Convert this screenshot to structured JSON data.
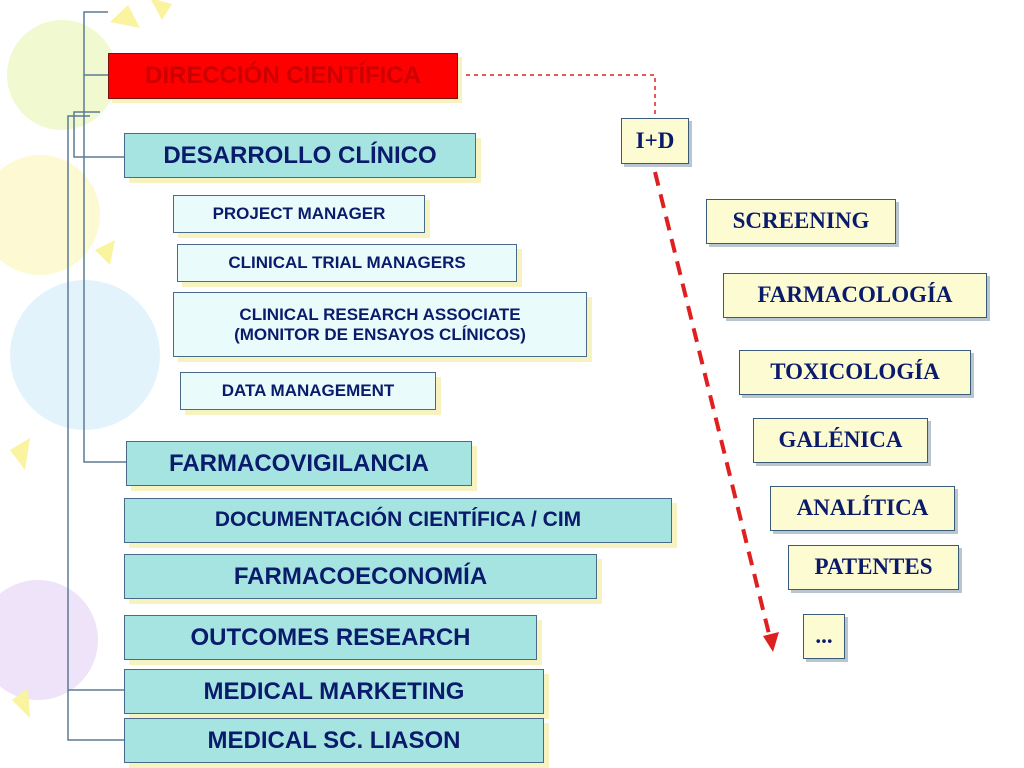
{
  "diagram": {
    "direccion": "DIRECCIÓN CIENTÍFICA",
    "desarrollo": "DESARROLLO CLÍNICO",
    "project_manager": "PROJECT MANAGER",
    "ctm": "CLINICAL TRIAL MANAGERS",
    "cra_line1": "CLINICAL RESEARCH ASSOCIATE",
    "cra_line2": "(MONITOR DE ENSAYOS CLÍNICOS)",
    "data_management": "DATA MANAGEMENT",
    "farmacovigilancia": "FARMACOVIGILANCIA",
    "documentacion": "DOCUMENTACIÓN CIENTÍFICA / CIM",
    "farmacoeconomia": "FARMACOECONOMÍA",
    "outcomes": "OUTCOMES RESEARCH",
    "medical_marketing": "MEDICAL MARKETING",
    "msl": "MEDICAL SC. LIASON",
    "id": "I+D",
    "screening": "SCREENING",
    "farmacologia": "FARMACOLOGÍA",
    "toxicologia": "TOXICOLOGÍA",
    "galenica": "GALÉNICA",
    "analitica": "ANALÍTICA",
    "patentes": "PATENTES",
    "more": "..."
  },
  "colors": {
    "teal_box": "#a6e4e2",
    "light_box": "#e9fbfb",
    "cream_box": "#fdfbd2",
    "red_box": "#ff0000",
    "text_navy": "#0b1b6b",
    "arrow_red": "#e02020"
  }
}
